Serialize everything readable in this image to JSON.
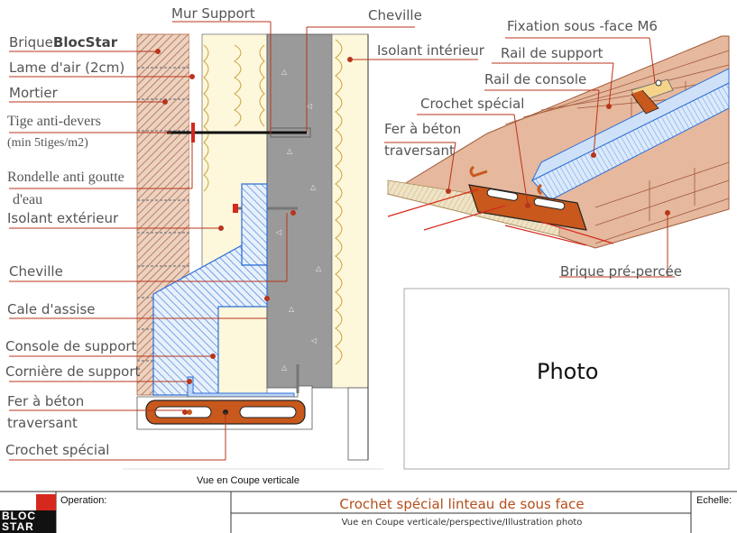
{
  "labels": {
    "mur_support": "Mur Support",
    "cheville_top": "Cheville",
    "brique_prefix": "Brique",
    "brique_brand": "BlocStar",
    "lame_air": "Lame d'air (2cm)",
    "isolant_interieur": "Isolant intérieur",
    "mortier": "Mortier",
    "tige_line1": "Tige anti-devers",
    "tige_line2": "(min 5tiges/m2)",
    "rondelle_line1": "Rondelle anti goutte",
    "rondelle_line2": "d'eau",
    "isolant_exterieur": "Isolant extérieur",
    "cheville_left": "Cheville",
    "cale_assise": "Cale d'assise",
    "console_support": "Console de support",
    "corniere_support": "Cornière de support",
    "fer_line1": "Fer à béton",
    "fer_line2": "traversant",
    "crochet_special_left": "Crochet spécial",
    "fixation": "Fixation sous -face M6",
    "rail_support": "Rail de support",
    "rail_console": "Rail de  console",
    "crochet_special_right": "Crochet spécial",
    "fer_right_line1": "Fer à béton",
    "fer_right_line2": "traversant",
    "brique_prepercee": "Brique pré-percée"
  },
  "photo_placeholder": "Photo",
  "caption": "Vue en Coupe verticale",
  "title_block": {
    "logo_line1": "BLOC",
    "logo_line2": "STAR",
    "operation_label": "Operation:",
    "title": "Crochet spécial linteau de sous face",
    "subtitle": "Vue  en  Coupe  verticale/perspective/Illustration photo",
    "echelle_label": "Echelle:"
  },
  "colors": {
    "brick": "#e9c9b5",
    "brick_hatch": "#b06a4a",
    "insulation": "#fdf7dc",
    "insulation_line": "#c9a23a",
    "concrete": "#9a9a9a",
    "steel_blue": "#2f6fd6",
    "hook_orange": "#c8581c",
    "leader_red": "#b8341b",
    "accent_red": "#d6281c"
  }
}
